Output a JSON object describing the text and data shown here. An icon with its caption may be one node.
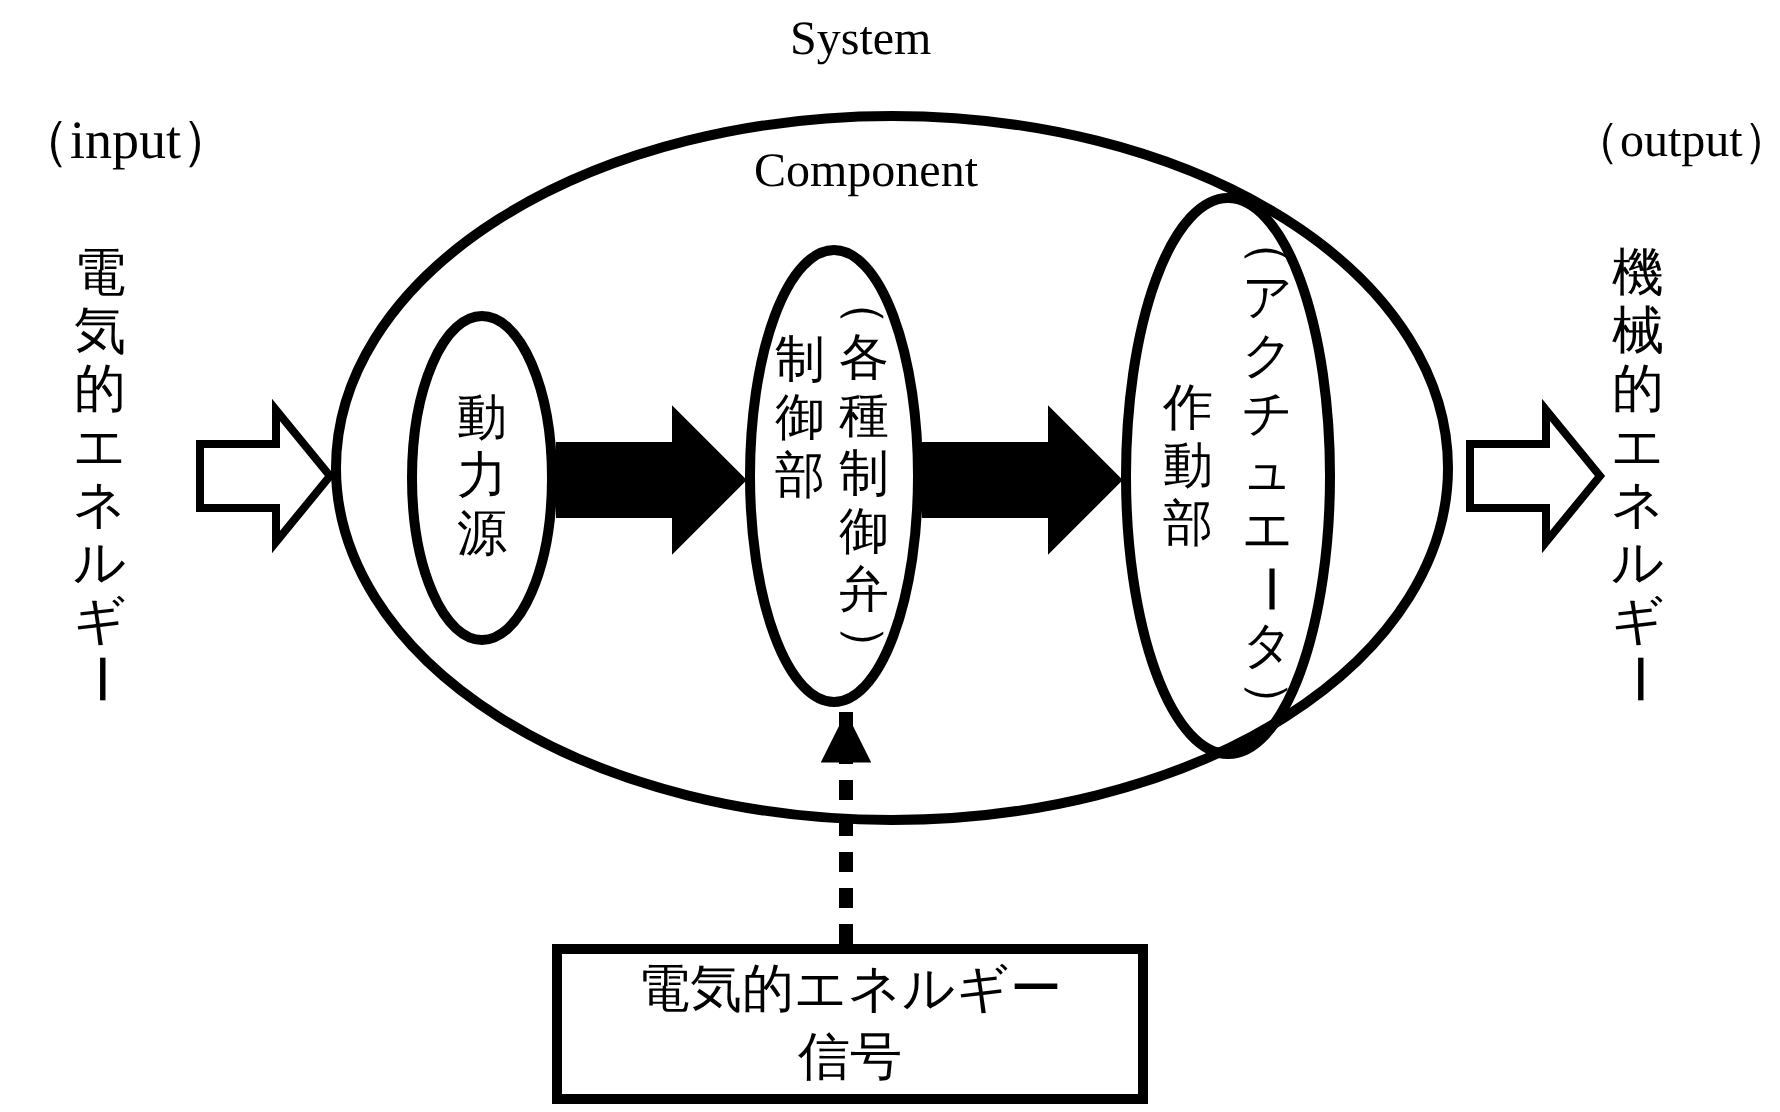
{
  "diagram": {
    "nodes": [
      {
        "text": [
          "System",
          "Component"
        ]
      },
      {
        "text": [
          "動力源"
        ],
        "in": 0
      },
      {
        "text": [
          "（各種制御弁）",
          "制御部"
        ],
        "in": 0
      },
      {
        "text": [
          "（アクチュエータ）",
          "作動部"
        ],
        "in": 0
      },
      {
        "text": [
          "電気的エネルギー"
        ],
        "beside": [
          "（input）"
        ]
      },
      {
        "text": [
          "機械的エネルギー"
        ],
        "beside": [
          "（output）"
        ]
      },
      {
        "text": [
          "電気的エネルギー信号"
        ]
      }
    ],
    "edges": [
      {
        "from": 4,
        "to": 0,
        "arrow": "to"
      },
      {
        "from": 1,
        "to": 2,
        "arrow": "to",
        "style": "thick"
      },
      {
        "from": 2,
        "to": 3,
        "arrow": "to",
        "style": "thick"
      },
      {
        "from": 0,
        "to": 5,
        "arrow": "to"
      },
      {
        "from": 6,
        "to": 2,
        "arrow": "to",
        "style": "dashed"
      }
    ]
  }
}
